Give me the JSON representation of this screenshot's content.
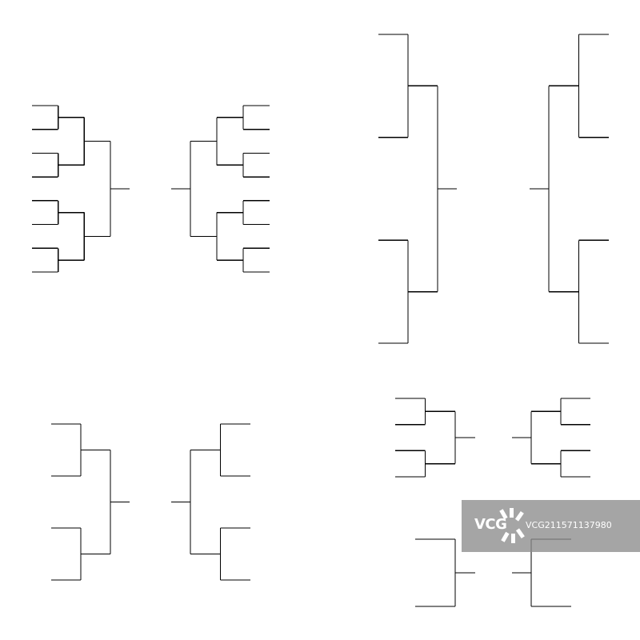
{
  "diagram": {
    "brackets": [
      {
        "id": "bracket-16-team",
        "teams": 16
      },
      {
        "id": "bracket-8-team-large",
        "teams": 8
      },
      {
        "id": "bracket-8-team",
        "teams": 8
      },
      {
        "id": "bracket-8-team-small",
        "teams": 8
      },
      {
        "id": "bracket-4-team",
        "teams": 4
      }
    ],
    "line_color": "#000000"
  },
  "watermark": {
    "logo_text": "VCG",
    "id_text": "VCG211571137980"
  }
}
